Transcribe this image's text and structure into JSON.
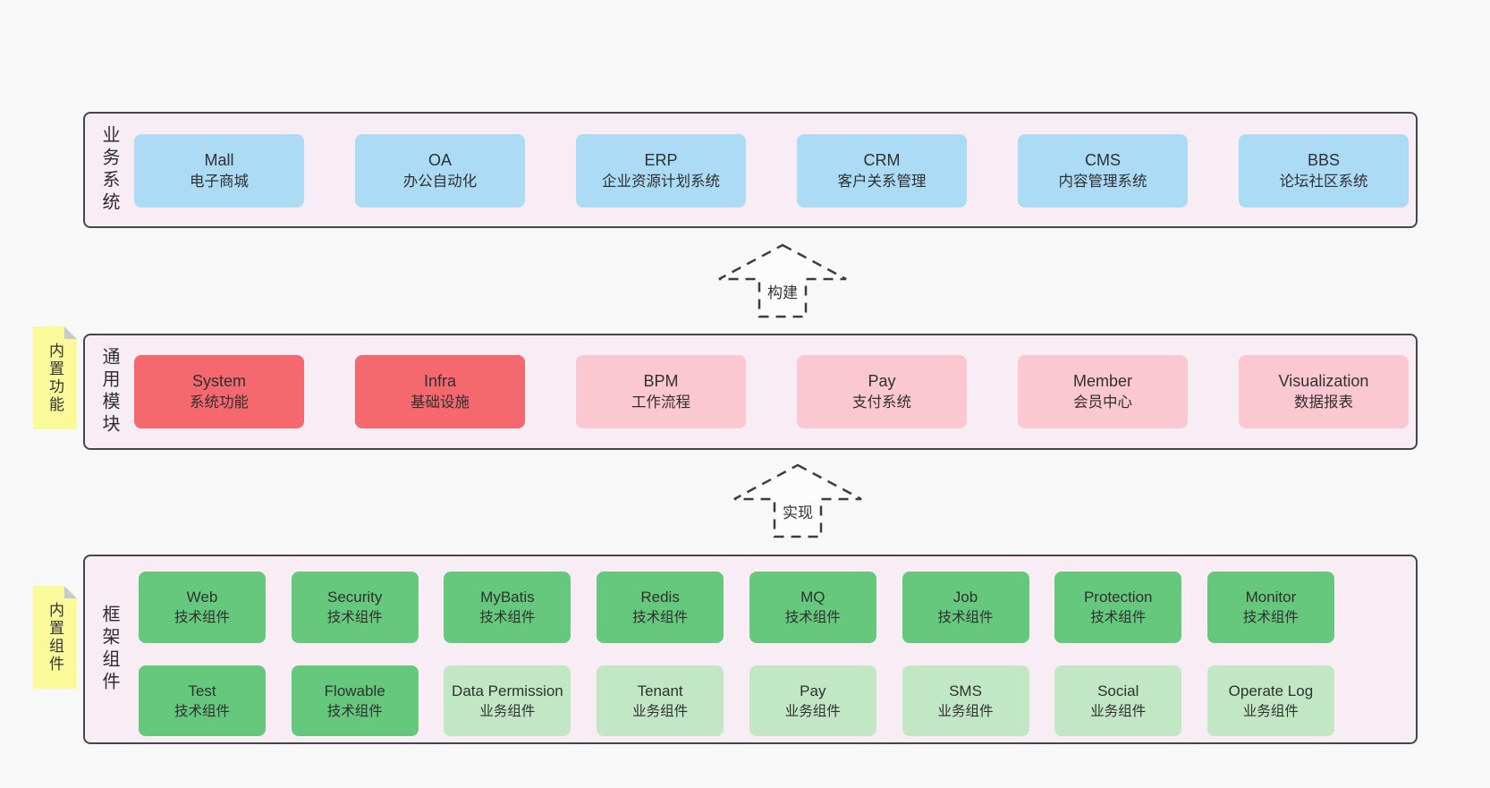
{
  "diagram": {
    "colors": {
      "background": "#f8f8f8",
      "panel_bg": "#f8ecf5",
      "panel_border": "#464646",
      "blue": "#abdbf5",
      "red": "#f4686e",
      "pink": "#fbc8d2",
      "green": "#65c87d",
      "lightgreen": "#c1e7c4",
      "sticky_yellow": "#fafa9b",
      "sticky_fold_gray": "#c9c9c9",
      "text": "#303030"
    },
    "arrows": {
      "build": "构建",
      "implement": "实现"
    },
    "panels": {
      "business": {
        "side_label": "业务系统",
        "boxes": [
          {
            "title": "Mall",
            "subtitle": "电子商城",
            "variant": "blue"
          },
          {
            "title": "OA",
            "subtitle": "办公自动化",
            "variant": "blue"
          },
          {
            "title": "ERP",
            "subtitle": "企业资源计划系统",
            "variant": "blue"
          },
          {
            "title": "CRM",
            "subtitle": "客户关系管理",
            "variant": "blue"
          },
          {
            "title": "CMS",
            "subtitle": "内容管理系统",
            "variant": "blue"
          },
          {
            "title": "BBS",
            "subtitle": "论坛社区系统",
            "variant": "blue"
          }
        ]
      },
      "modules": {
        "side_label": "通用模块",
        "sticky_note": "内置功能",
        "boxes": [
          {
            "title": "System",
            "subtitle": "系统功能",
            "variant": "red"
          },
          {
            "title": "Infra",
            "subtitle": "基础设施",
            "variant": "red"
          },
          {
            "title": "BPM",
            "subtitle": "工作流程",
            "variant": "pink"
          },
          {
            "title": "Pay",
            "subtitle": "支付系统",
            "variant": "pink"
          },
          {
            "title": "Member",
            "subtitle": "会员中心",
            "variant": "pink"
          },
          {
            "title": "Visualization",
            "subtitle": "数据报表",
            "variant": "pink"
          }
        ]
      },
      "components": {
        "side_label": "框架组件",
        "sticky_note": "内置组件",
        "row1": [
          {
            "title": "Web",
            "subtitle": "技术组件",
            "variant": "green"
          },
          {
            "title": "Security",
            "subtitle": "技术组件",
            "variant": "green"
          },
          {
            "title": "MyBatis",
            "subtitle": "技术组件",
            "variant": "green"
          },
          {
            "title": "Redis",
            "subtitle": "技术组件",
            "variant": "green"
          },
          {
            "title": "MQ",
            "subtitle": "技术组件",
            "variant": "green"
          },
          {
            "title": "Job",
            "subtitle": "技术组件",
            "variant": "green"
          },
          {
            "title": "Protection",
            "subtitle": "技术组件",
            "variant": "green"
          },
          {
            "title": "Monitor",
            "subtitle": "技术组件",
            "variant": "green"
          }
        ],
        "row2": [
          {
            "title": "Test",
            "subtitle": "技术组件",
            "variant": "green"
          },
          {
            "title": "Flowable",
            "subtitle": "技术组件",
            "variant": "green"
          },
          {
            "title": "Data Permission",
            "subtitle": "业务组件",
            "variant": "lightgreen"
          },
          {
            "title": "Tenant",
            "subtitle": "业务组件",
            "variant": "lightgreen"
          },
          {
            "title": "Pay",
            "subtitle": "业务组件",
            "variant": "lightgreen"
          },
          {
            "title": "SMS",
            "subtitle": "业务组件",
            "variant": "lightgreen"
          },
          {
            "title": "Social",
            "subtitle": "业务组件",
            "variant": "lightgreen"
          },
          {
            "title": "Operate Log",
            "subtitle": "业务组件",
            "variant": "lightgreen"
          }
        ]
      }
    }
  }
}
